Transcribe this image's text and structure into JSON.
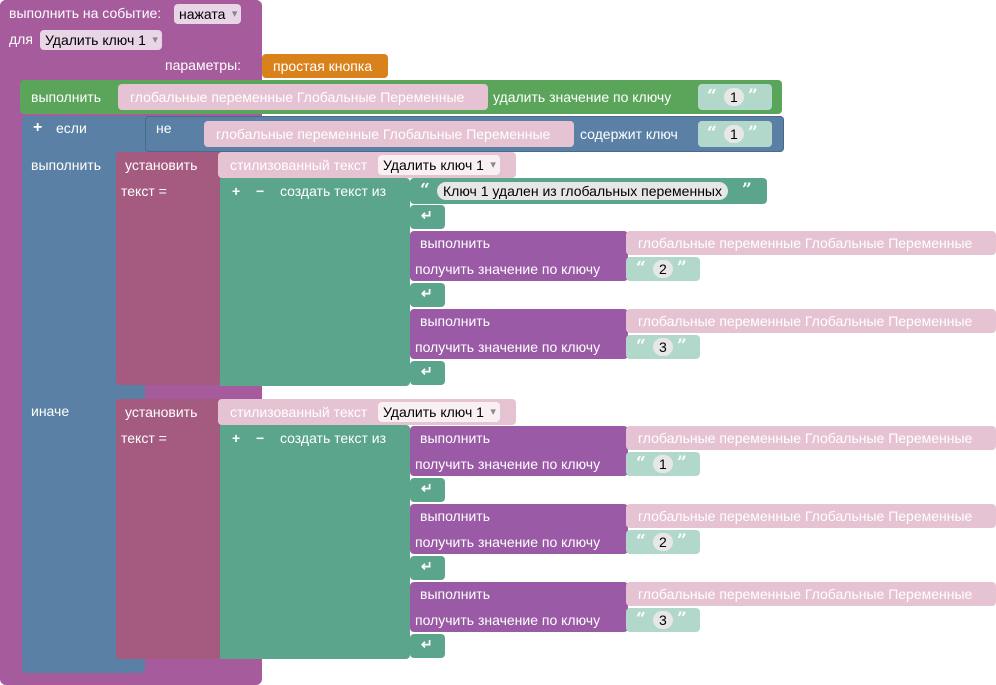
{
  "event": {
    "label": "выполнить на событие:",
    "value": "нажата",
    "for_label": "для",
    "for_value": "Удалить ключ 1",
    "params_label": "параметры:",
    "param_value": "простая кнопка"
  },
  "do1": {
    "label": "выполнить",
    "gvar": "глобальные переменные Глобальные Переменные",
    "action": "удалить значение по ключу",
    "key": "1"
  },
  "if": {
    "plus": "+",
    "label": "если",
    "not": "не",
    "gvar": "глобальные переменные Глобальные Переменные",
    "action": "содержит ключ",
    "key": "1"
  },
  "then_label": "выполнить",
  "else_label": "иначе",
  "set1": {
    "label": "установить",
    "target": "стилизованный текст",
    "value": "Удалить ключ 1",
    "text_label": "текст =",
    "pm": "+ −",
    "create": "создать текст из",
    "string": "Ключ 1 удален из глобальных переменных",
    "calls": [
      {
        "do": "выполнить",
        "gvar": "глобальные переменные Глобальные Переменные",
        "get": "получить значение по ключу",
        "key": "2"
      },
      {
        "do": "выполнить",
        "gvar": "глобальные переменные Глобальные Переменные",
        "get": "получить значение по ключу",
        "key": "3"
      }
    ]
  },
  "set2": {
    "label": "установить",
    "target": "стилизованный текст",
    "value": "Удалить ключ 1",
    "text_label": "текст =",
    "pm": "+ −",
    "create": "создать текст из",
    "calls": [
      {
        "do": "выполнить",
        "gvar": "глобальные переменные Глобальные Переменные",
        "get": "получить значение по ключу",
        "key": "1"
      },
      {
        "do": "выполнить",
        "gvar": "глобальные переменные Глобальные Переменные",
        "get": "получить значение по ключу",
        "key": "2"
      },
      {
        "do": "выполнить",
        "gvar": "глобальные переменные Глобальные Переменные",
        "get": "получить значение по ключу",
        "key": "3"
      }
    ]
  },
  "symbols": {
    "open_quote": "“",
    "close_quote": "”",
    "return": "↵",
    "plus": "+",
    "minus": "−"
  },
  "colors": {
    "event": "#a55b9c",
    "call": "#5ba55b",
    "control": "#5b80a5",
    "set": "#a55b80",
    "text": "#5ba58c",
    "param": "#d9821c",
    "gvar": "#e6c3d3"
  }
}
